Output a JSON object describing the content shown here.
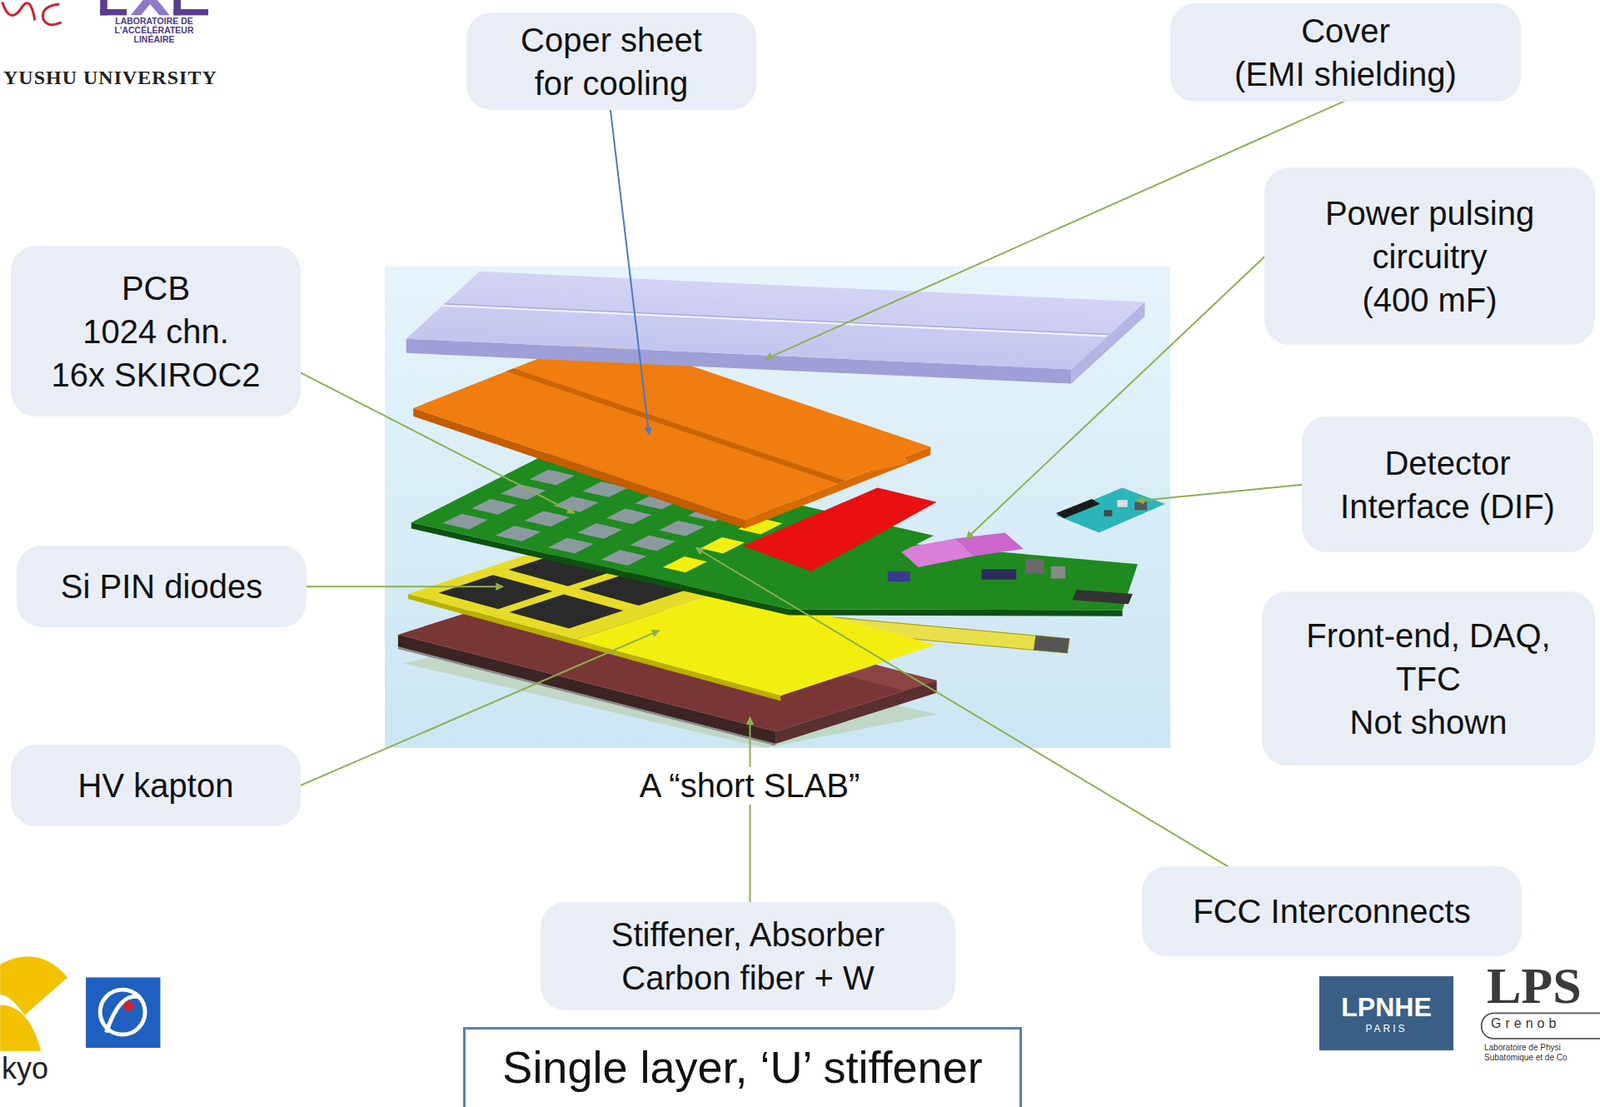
{
  "diagram": {
    "nodes": [
      {
        "text": [
          "Coper sheet for cooling"
        ]
      },
      {
        "text": [
          "Cover",
          "(EMI shielding)"
        ]
      },
      {
        "text": [
          "PCB",
          "1024 chn.",
          "16x SKIROC2"
        ]
      },
      {
        "text": [
          "Power pulsing circuitry",
          "(400 mF)"
        ]
      },
      {
        "text": [
          "Si PIN diodes"
        ]
      },
      {
        "text": [
          "Detector Interface (DIF)"
        ]
      },
      {
        "text": [
          "Front-end, DAQ, TFC",
          "Not shown"
        ]
      },
      {
        "text": [
          "HV kapton"
        ]
      },
      {
        "text": [
          "FCC Interconnects"
        ]
      },
      {
        "text": [
          "Stiffener, Absorber Carbon fiber + W"
        ]
      },
      {
        "text": [
          "Single layer, ‘U’ stiffener"
        ]
      },
      {
        "text": [
          "LPNHE",
          "PARIS"
        ]
      }
    ],
    "labels": [
      "YUSHU UNIVERSITY",
      "LABORATOIRE DE L'ACCÉLÉRATEUR LINÉAIRE",
      "A “short SLAB”",
      "kyo",
      "LPS",
      "Grenob",
      "Laboratoire de Physi",
      "Subatomique et de Co"
    ]
  }
}
